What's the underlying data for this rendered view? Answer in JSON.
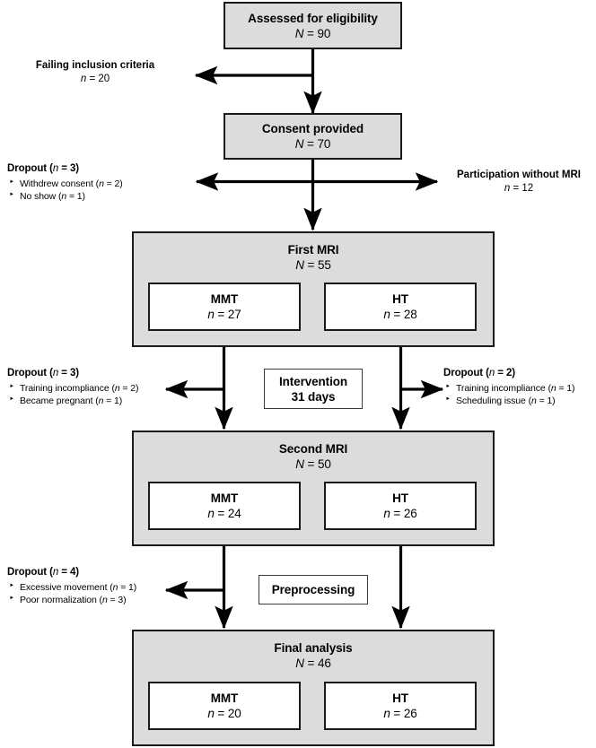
{
  "diagram": {
    "title": "CONSORT-style participant flow diagram",
    "type": "flowchart",
    "nodes": {
      "assessed": {
        "label": "Assessed for eligibility",
        "count_prefix": "N",
        "count": "90",
        "count_text": "N = 90"
      },
      "consent": {
        "label": "Consent provided",
        "count_prefix": "N",
        "count": "70",
        "count_text": "N = 70"
      },
      "first_mri": {
        "label": "First MRI",
        "count_text": "N = 55",
        "groups": [
          {
            "label": "MMT",
            "count_text": "n = 27"
          },
          {
            "label": "HT",
            "count_text": "n = 28"
          }
        ]
      },
      "intervention": {
        "line1": "Intervention",
        "line2": "31 days"
      },
      "second_mri": {
        "label": "Second MRI",
        "count_text": "N = 50",
        "groups": [
          {
            "label": "MMT",
            "count_text": "n = 24"
          },
          {
            "label": "HT",
            "count_text": "n = 26"
          }
        ]
      },
      "preprocessing": {
        "label": "Preprocessing"
      },
      "final_analysis": {
        "label": "Final analysis",
        "count_text": "N = 46",
        "groups": [
          {
            "label": "MMT",
            "count_text": "n = 20"
          },
          {
            "label": "HT",
            "count_text": "n = 26"
          }
        ]
      }
    },
    "annotations": {
      "failing_inclusion": {
        "line1": "Failing inclusion criteria",
        "line2": "n = 20"
      },
      "dropout_consent": {
        "heading": "Dropout (n = 3)",
        "items": [
          "Withdrew consent (n = 2)",
          "No show (n = 1)"
        ]
      },
      "participation_without_mri": {
        "line1": "Participation without MRI",
        "line2": "n = 12"
      },
      "dropout_mmt_intervention": {
        "heading": "Dropout (n = 3)",
        "items": [
          "Training incompliance (n = 2)",
          "Became pregnant (n = 1)"
        ]
      },
      "dropout_ht_intervention": {
        "heading": "Dropout (n = 2)",
        "items": [
          "Training incompliance (n = 1)",
          "Scheduling issue (n = 1)"
        ]
      },
      "dropout_preprocessing": {
        "heading": "Dropout (n = 4)",
        "items": [
          "Excessive movement (n = 1)",
          "Poor normalization (n = 3)"
        ]
      }
    },
    "colors": {
      "box_fill": "#dcdcdc",
      "box_border": "#1a1a1a",
      "inner_fill": "#ffffff",
      "line": "#000000",
      "text": "#000000",
      "background": "#ffffff"
    }
  }
}
